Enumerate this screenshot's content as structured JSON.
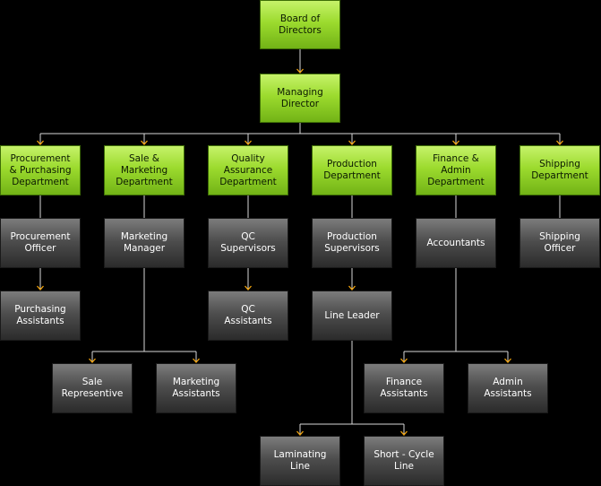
{
  "colors": {
    "connector": "#d8d8d8",
    "arrow": "#f2a30a"
  },
  "nodes": {
    "board": "Board of\nDirectors",
    "md": "Managing\nDirector",
    "procurement_dept": "Procurement\n& Purchasing\nDepartment",
    "sales_dept": "Sale &\nMarketing\nDepartment",
    "quality_dept": "Quality\nAssurance\nDepartment",
    "production_dept": "Production\nDepartment",
    "finance_dept": "Finance &\nAdmin\nDepartment",
    "shipping_dept": "Shipping\nDepartment",
    "procurement_officer": "Procurement\nOfficer",
    "marketing_manager": "Marketing\nManager",
    "qc_supervisors": "QC\nSupervisors",
    "production_supervisors": "Production\nSupervisors",
    "accountants": "Accountants",
    "shipping_officer": "Shipping\nOfficer",
    "purchasing_assistants": "Purchasing\nAssistants",
    "qc_assistants": "QC\nAssistants",
    "line_leader": "Line Leader",
    "sale_representive": "Sale\nRepresentive",
    "marketing_assistants": "Marketing\nAssistants",
    "finance_assistants": "Finance\nAssistants",
    "admin_assistants": "Admin\nAssistants",
    "laminating_line": "Laminating\nLine",
    "short_cycle_line": "Short - Cycle\nLine"
  }
}
